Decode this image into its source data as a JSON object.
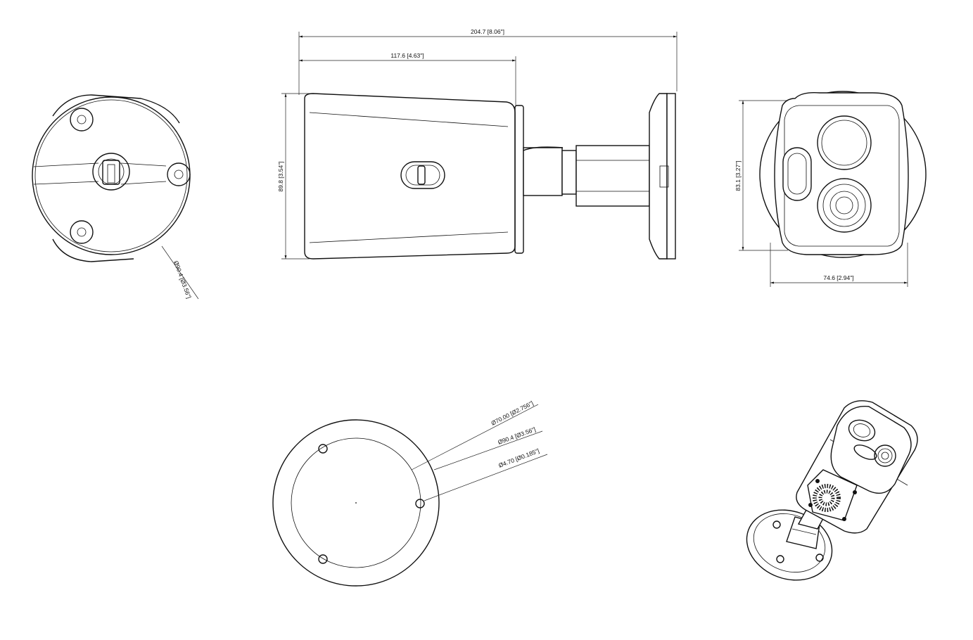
{
  "dimensions": {
    "overall_length": "204.7 [8.06\"]",
    "body_length": "117.6 [4.63\"]",
    "height_side": "89.8 [3.54\"]",
    "height_front": "83.1 [3.27\"]",
    "width_front": "74.6 [2.94\"]",
    "rear_diameter": "Ø90.4 [Ø3.56\"]",
    "mount_inner_diameter": "Ø70.00 [Ø2.756\"]",
    "mount_outer_diameter": "Ø90.4 [Ø3.56\"]",
    "mount_hole_diameter": "Ø4.70 [Ø0.185\"]"
  }
}
